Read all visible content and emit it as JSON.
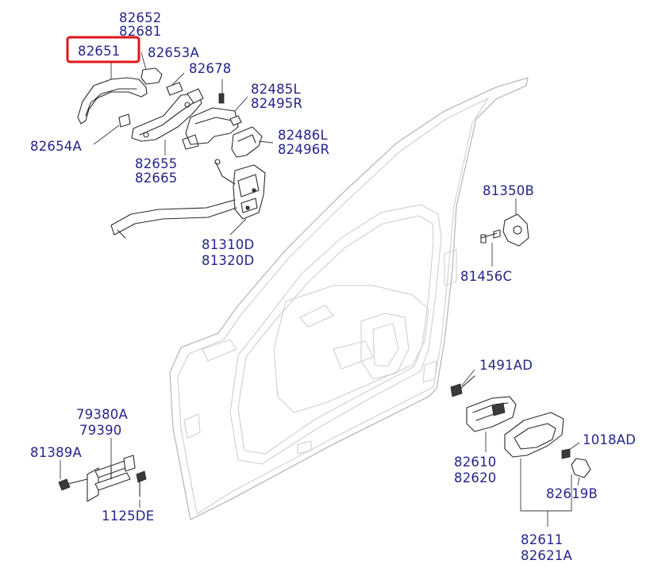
{
  "highlight_color": "#e0161b",
  "label_color": "#25258a",
  "labels": {
    "l82652": "82652",
    "l82681": "82681",
    "l82651": "82651",
    "l82653A": "82653A",
    "l82678": "82678",
    "l82485L": "82485L",
    "l82495R": "82495R",
    "l82486L": "82486L",
    "l82496R": "82496R",
    "l82654A": "82654A",
    "l82655": "82655",
    "l82665": "82665",
    "l81310D": "81310D",
    "l81320D": "81320D",
    "l81350B": "81350B",
    "l81456C": "81456C",
    "l1491AD": "1491AD",
    "l79380A": "79380A",
    "l79390": "79390",
    "l81389A": "81389A",
    "l1125DE": "1125DE",
    "l82610": "82610",
    "l82620": "82620",
    "l1018AD": "1018AD",
    "l82619B": "82619B",
    "l82611": "82611",
    "l82621A": "82621A"
  },
  "highlighted_part": "82651",
  "icons": [
    "door-panel",
    "outside-handle",
    "door-latch",
    "door-check",
    "inside-handle",
    "striker",
    "bolt"
  ]
}
